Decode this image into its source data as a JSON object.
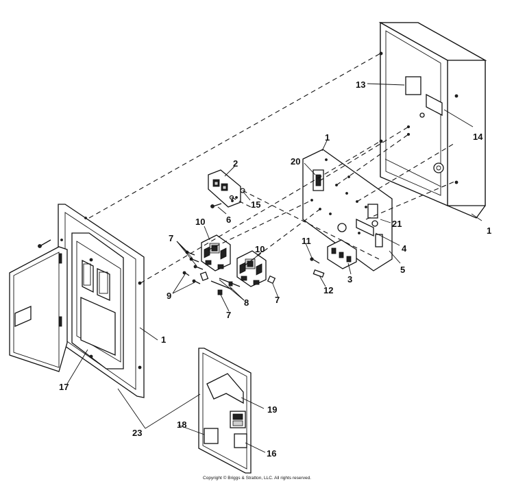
{
  "diagram": {
    "callouts": {
      "c1_box": "1",
      "c1_plate": "1",
      "c1_panel": "1",
      "c2": "2",
      "c3": "3",
      "c4": "4",
      "c5": "5",
      "c6": "6",
      "c7_top": "7",
      "c7_bottom": "7",
      "c7_right": "7",
      "c8": "8",
      "c9": "9",
      "c10_left": "10",
      "c10_right": "10",
      "c11": "11",
      "c12": "12",
      "c13": "13",
      "c14": "14",
      "c15": "15",
      "c16": "16",
      "c17": "17",
      "c18": "18",
      "c19": "19",
      "c20": "20",
      "c21": "21",
      "c23": "23"
    },
    "copyright": "Copyright © Briggs & Stratton, LLC. All rights reserved."
  }
}
